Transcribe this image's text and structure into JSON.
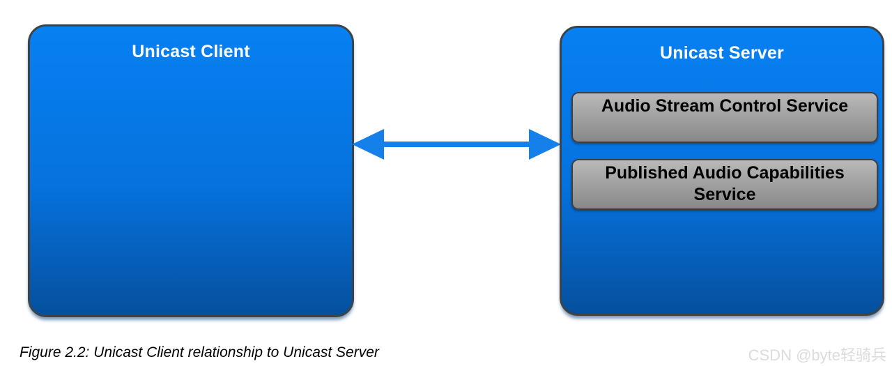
{
  "diagram": {
    "client": {
      "title": "Unicast Client"
    },
    "server": {
      "title": "Unicast Server",
      "services": [
        {
          "label": "Audio Stream Control Service"
        },
        {
          "label": "Published Audio Capabilities Service"
        }
      ]
    },
    "connector": {
      "type": "bidirectional-arrow"
    },
    "caption": "Figure 2.2: Unicast Client relationship to Unicast Server",
    "watermark": "CSDN @byte轻骑兵"
  },
  "colors": {
    "box_blue_top": "#0780F2",
    "box_blue_mid": "#0672DE",
    "box_blue_bottom": "#05509E",
    "box_border": "#3E4347",
    "service_gray_top": "#B9B9B9",
    "service_gray_bottom": "#888888",
    "service_border": "#3F3F3F",
    "arrow_blue": "#1580EA",
    "title_text": "#FFFFFF",
    "service_text": "#000000",
    "caption_text": "#000000",
    "watermark_text": "#DCDCDC"
  }
}
